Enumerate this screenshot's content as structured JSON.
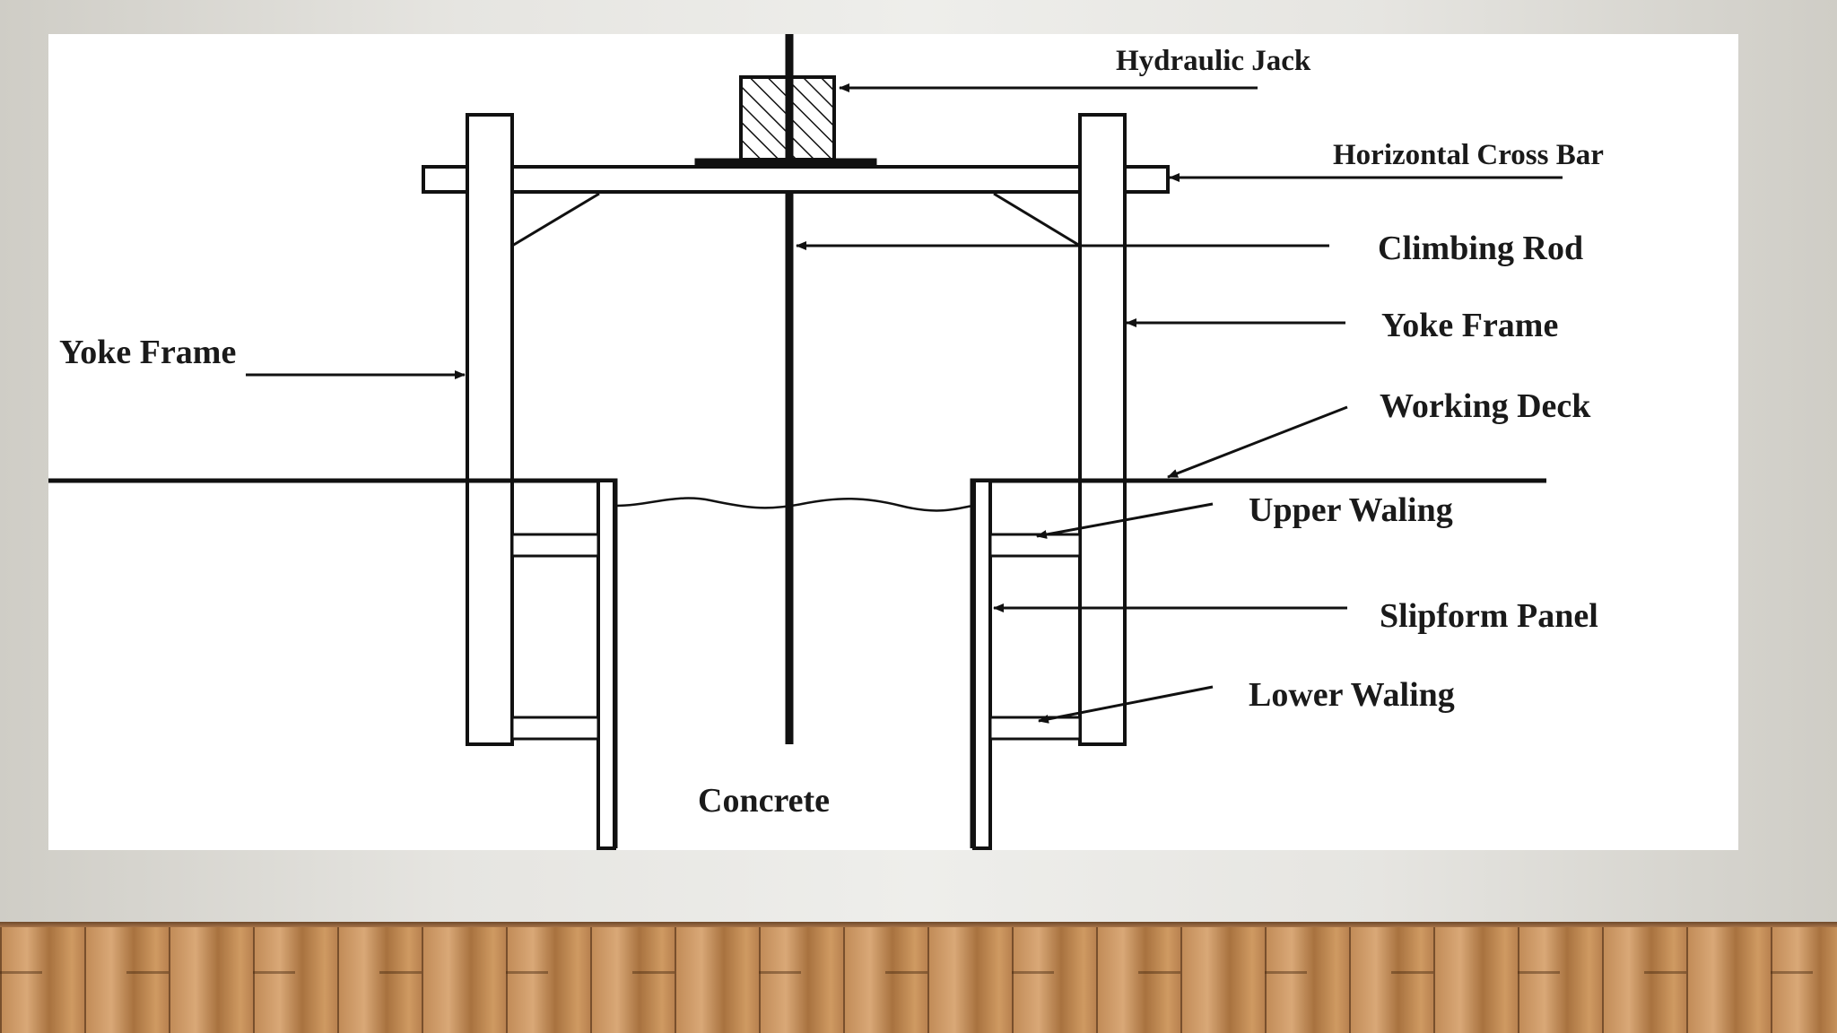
{
  "labels": {
    "hydraulic_jack": "Hydraulic Jack",
    "horizontal_cross_bar": "Horizontal Cross Bar",
    "climbing_rod": "Climbing Rod",
    "yoke_frame_right": "Yoke Frame",
    "yoke_frame_left": "Yoke Frame",
    "working_deck": "Working Deck",
    "upper_waling": "Upper Waling",
    "slipform_panel": "Slipform Panel",
    "lower_waling": "Lower Waling",
    "concrete": "Concrete"
  }
}
